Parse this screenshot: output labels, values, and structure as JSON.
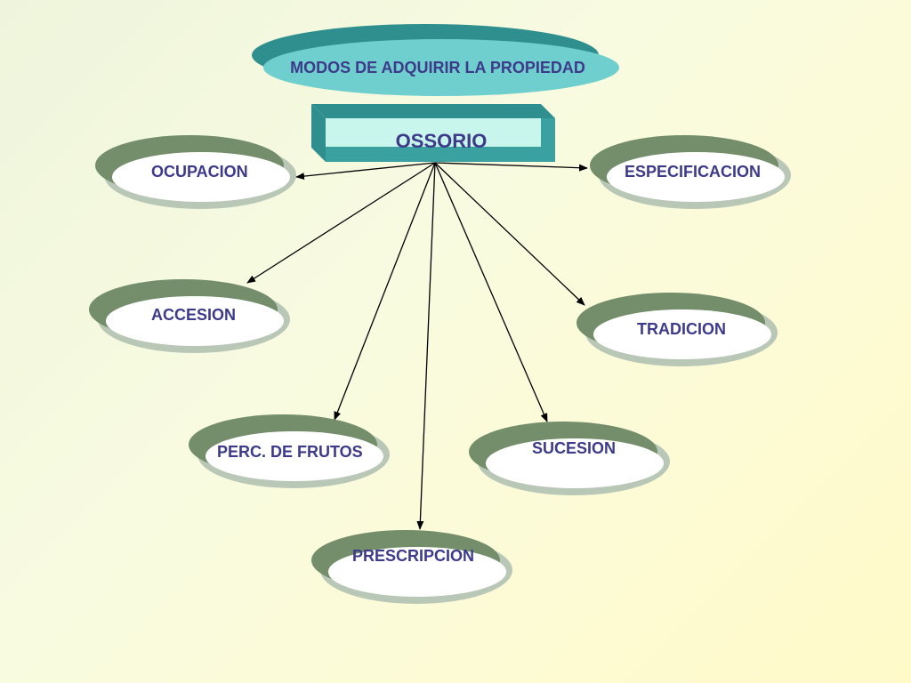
{
  "diagram": {
    "title": "MODOS DE ADQUIRIR LA PROPIEDAD",
    "root": "OSSORIO",
    "nodes": [
      {
        "id": "ocupacion",
        "label": "OCUPACION"
      },
      {
        "id": "especificacion",
        "label": "ESPECIFICACION"
      },
      {
        "id": "accesion",
        "label": "ACCESION"
      },
      {
        "id": "tradicion",
        "label": "TRADICION"
      },
      {
        "id": "perc-de-frutos",
        "label": "PERC. DE FRUTOS"
      },
      {
        "id": "sucesion",
        "label": "SUCESION"
      },
      {
        "id": "prescripcion",
        "label": "PRESCRIPCION"
      }
    ],
    "colors": {
      "title_oval_dark": "#2f8f8f",
      "title_oval_light": "#6fcfcf",
      "root_box_side": "#3aa0a0",
      "root_box_face": "#c8f6ec",
      "node_dark": "#748e6c",
      "node_shadow": "#b9c7b7",
      "node_face": "#ffffff",
      "text": "#3d3a8a",
      "arrow": "#000000"
    }
  }
}
